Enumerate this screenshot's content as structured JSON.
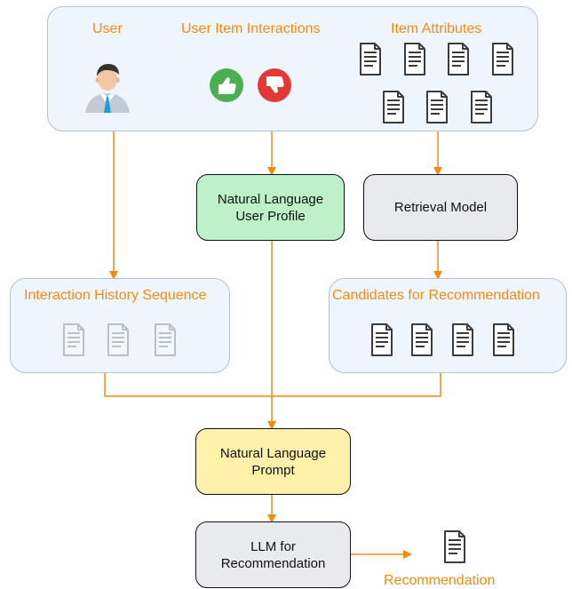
{
  "diagram": {
    "sections": {
      "user": "User",
      "interactions": "User Item Interactions",
      "attributes": "Item Attributes",
      "history": "Interaction History Sequence",
      "candidates": "Candidates for Recommendation"
    },
    "nodes": {
      "profile": "Natural Language\nUser Profile",
      "retrieval": "Retrieval Model",
      "prompt": "Natural Language\nPrompt",
      "llm": "LLM for\nRecommendation"
    },
    "output": {
      "label": "Recommendation"
    }
  },
  "icons": {
    "user": "user-avatar-icon",
    "like": "thumbs-up-icon",
    "dislike": "thumbs-down-icon",
    "document": "document-icon"
  },
  "colors": {
    "accent": "#f08c12",
    "panel_fill": "#eef5fd",
    "panel_border": "#b7c0cc",
    "profile_fill": "#bdf1c7",
    "retrieval_fill": "#e9eaed",
    "prompt_fill": "#fff0aa",
    "llm_fill": "#e9eaed"
  }
}
